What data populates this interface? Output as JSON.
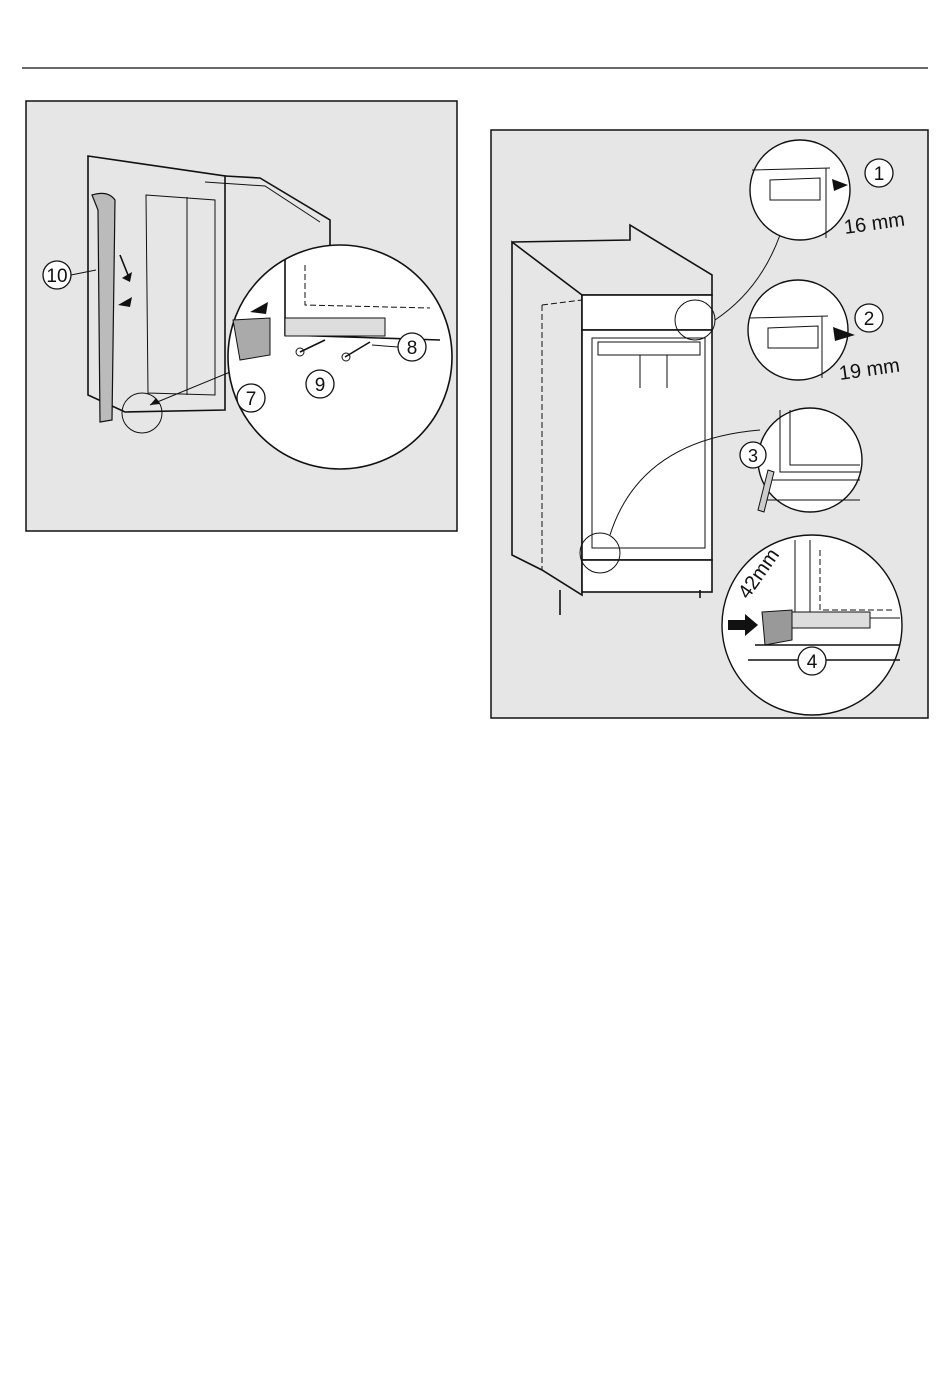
{
  "figure_left": {
    "callouts": [
      "10",
      "7",
      "9",
      "8"
    ]
  },
  "figure_right": {
    "callouts": [
      "1",
      "2",
      "3",
      "4"
    ],
    "dimensions": [
      "16 mm",
      "19 mm",
      "42mm"
    ]
  },
  "colors": {
    "figure_bg": "#e6e6e6",
    "line": "#111111",
    "page_bg": "#ffffff"
  }
}
